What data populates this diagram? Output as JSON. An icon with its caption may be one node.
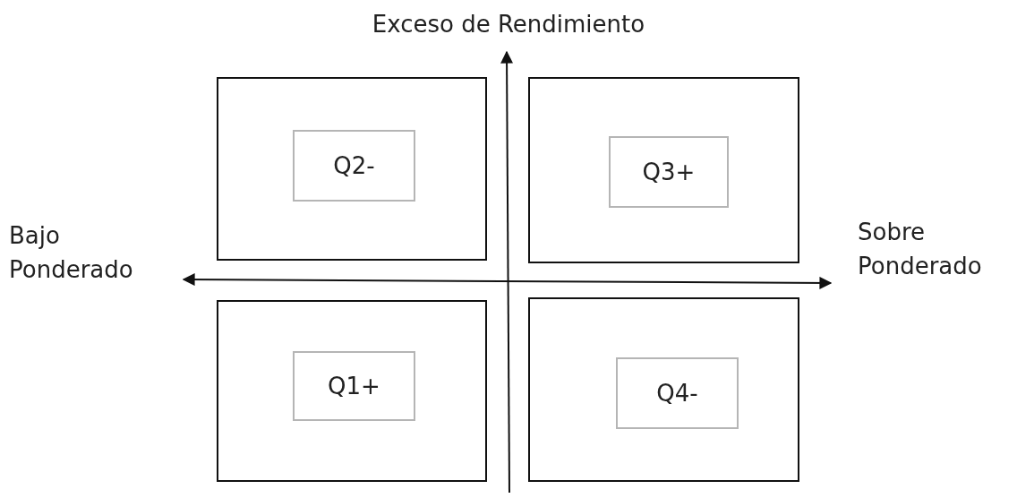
{
  "diagram": {
    "nodes": [
      {
        "text": [],
        "shape": "box"
      },
      {
        "text": [
          "Q2-"
        ],
        "in": 0
      },
      {
        "text": [],
        "shape": "box"
      },
      {
        "text": [
          "Q3+"
        ],
        "in": 2
      },
      {
        "text": [],
        "shape": "box"
      },
      {
        "text": [
          "Q1+"
        ],
        "in": 4
      },
      {
        "text": [],
        "shape": "box"
      },
      {
        "text": [
          "Q4-"
        ],
        "in": 6
      }
    ],
    "labels": [
      "Exceso de Rendimiento",
      "Bajo Ponderado",
      "Sobre Ponderado"
    ]
  }
}
